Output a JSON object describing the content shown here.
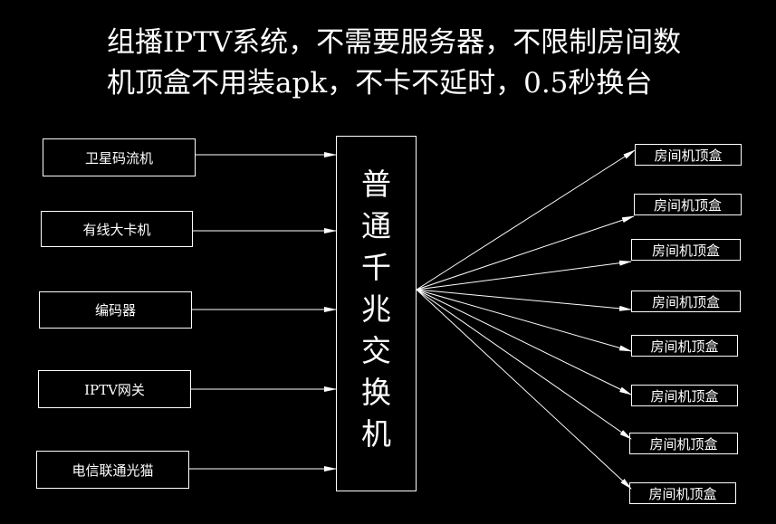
{
  "title": {
    "line1": "组播IPTV系统，不需要服务器，不限制房间数",
    "line2": "机顶盒不用装apk，不卡不延时，0.5秒换台"
  },
  "sources": [
    {
      "label": "卫星码流机"
    },
    {
      "label": "有线大卡机"
    },
    {
      "label": "编码器"
    },
    {
      "label": "IPTV网关"
    },
    {
      "label": "电信联通光猫"
    }
  ],
  "switch": {
    "chars": [
      "普",
      "通",
      "千",
      "兆",
      "交",
      "换",
      "机"
    ]
  },
  "outputs": [
    {
      "label": "房间机顶盒"
    },
    {
      "label": "房间机顶盒"
    },
    {
      "label": "房间机顶盒"
    },
    {
      "label": "房间机顶盒"
    },
    {
      "label": "房间机顶盒"
    },
    {
      "label": "房间机顶盒"
    },
    {
      "label": "房间机顶盒"
    },
    {
      "label": "房间机顶盒"
    }
  ],
  "colors": {
    "background": "#000000",
    "line": "#ffffff",
    "watermark": "#1a3cff"
  }
}
